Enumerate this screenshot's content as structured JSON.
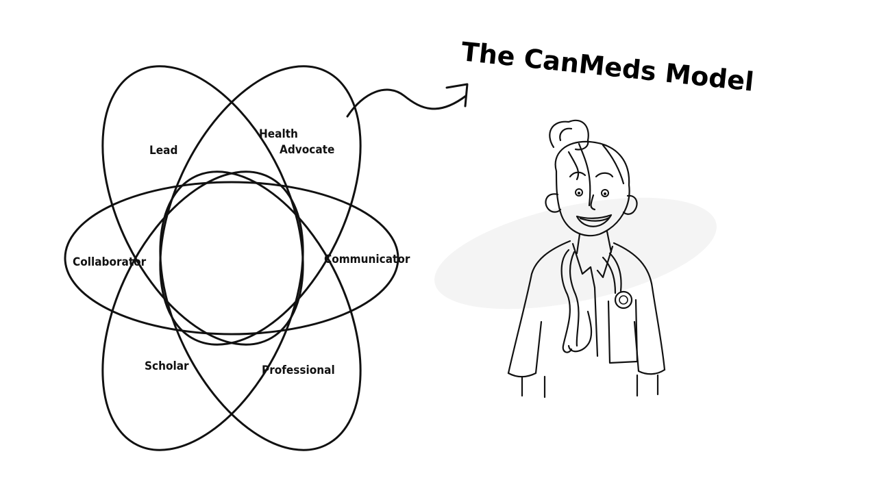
{
  "title": "The CanMeds Model",
  "roles": {
    "leader": "Lead",
    "health_advocate_line1": "Health",
    "health_advocate_line2": "Advocate",
    "collaborator": "Collaborator",
    "communicator": "Communicator",
    "scholar": "Scholar",
    "professional": "Professional"
  },
  "colors": {
    "ink": "#111111",
    "background": "#ffffff"
  },
  "illustration": "doctor-with-stethoscope"
}
